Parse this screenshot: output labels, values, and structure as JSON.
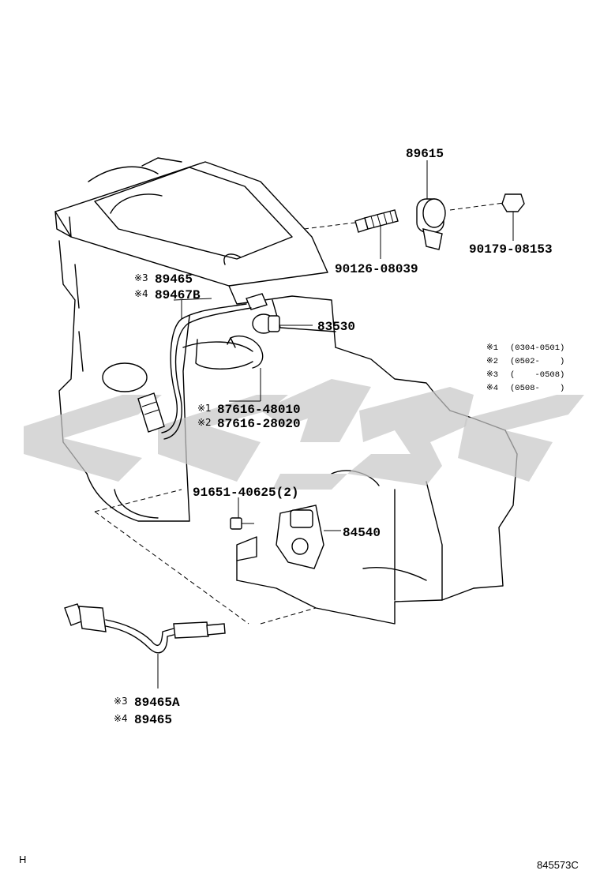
{
  "callouts": [
    {
      "id": "knock-sensor",
      "number": "89615"
    },
    {
      "id": "nut",
      "number": "90179-08153"
    },
    {
      "id": "stud-bolt",
      "number": "90126-08039"
    },
    {
      "id": "upper-o2-sensor",
      "lines": [
        {
          "marker": "※3",
          "number": "89465"
        },
        {
          "marker": "※4",
          "number": "89467B"
        }
      ]
    },
    {
      "id": "oil-pressure-switch",
      "number": "83530"
    },
    {
      "id": "clamp",
      "lines": [
        {
          "marker": "※1",
          "number": "87616-48010"
        },
        {
          "marker": "※2",
          "number": "87616-28020"
        }
      ]
    },
    {
      "id": "bolt",
      "number": "91651-40625(2)"
    },
    {
      "id": "neutral-start-switch",
      "number": "84540"
    },
    {
      "id": "lower-o2-sensor",
      "lines": [
        {
          "marker": "※3",
          "number": "89465A"
        },
        {
          "marker": "※4",
          "number": "89465"
        }
      ]
    }
  ],
  "legend": [
    {
      "marker": "※1",
      "range": "(0304-0501)"
    },
    {
      "marker": "※2",
      "range": "(0502-    )"
    },
    {
      "marker": "※3",
      "range": "(    -0508)"
    },
    {
      "marker": "※4",
      "range": "(0508-    )"
    }
  ],
  "footer": {
    "left_mark": "H",
    "diagram_code": "845573C"
  }
}
